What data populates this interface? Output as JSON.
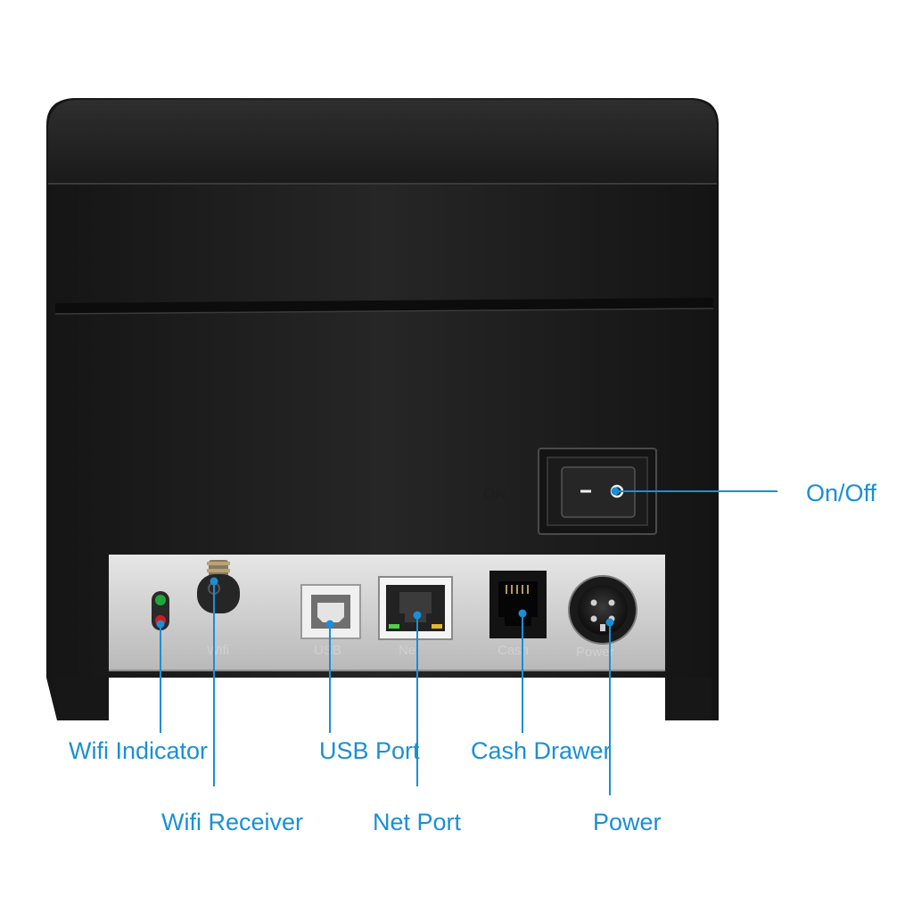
{
  "callouts": {
    "on_off": "On/Off",
    "wifi_indicator": "Wifi Indicator",
    "wifi_receiver": "Wifi Receiver",
    "usb_port": "USB Port",
    "net_port": "Net Port",
    "cash_drawer": "Cash Drawer",
    "power": "Power"
  },
  "printer_marks": {
    "switch_label": "ON",
    "port_wifi": "Wifi",
    "port_usb": "USB",
    "port_net": "Net",
    "port_cash": "Cash",
    "port_power": "Power"
  },
  "colors": {
    "callout": "#1a8fd6",
    "printer_body": "#1e1e1e",
    "port_panel": "#c8c8c8",
    "led_green": "#1fa83a",
    "led_red": "#d21c1c"
  }
}
